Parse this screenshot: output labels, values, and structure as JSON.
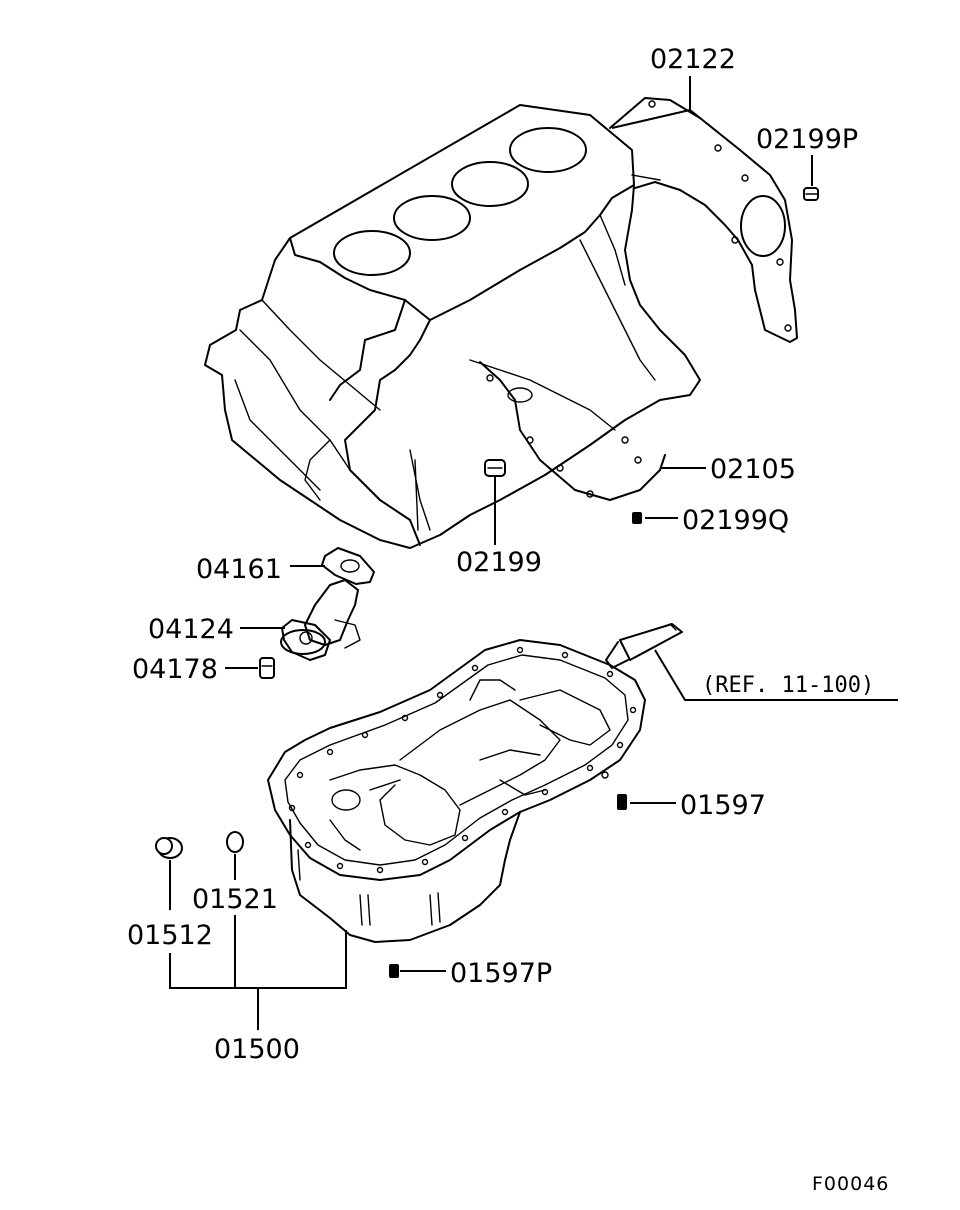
{
  "parts": {
    "p02122": "02122",
    "p02199P": "02199P",
    "p02105": "02105",
    "p02199Q": "02199Q",
    "p02199": "02199",
    "p04161": "04161",
    "p04124": "04124",
    "p04178": "04178",
    "p01597": "01597",
    "p01521": "01521",
    "p01512": "01512",
    "p01597P": "01597P",
    "p01500": "01500"
  },
  "reference": "(REF. 11-100)",
  "figure_code": "F00046"
}
